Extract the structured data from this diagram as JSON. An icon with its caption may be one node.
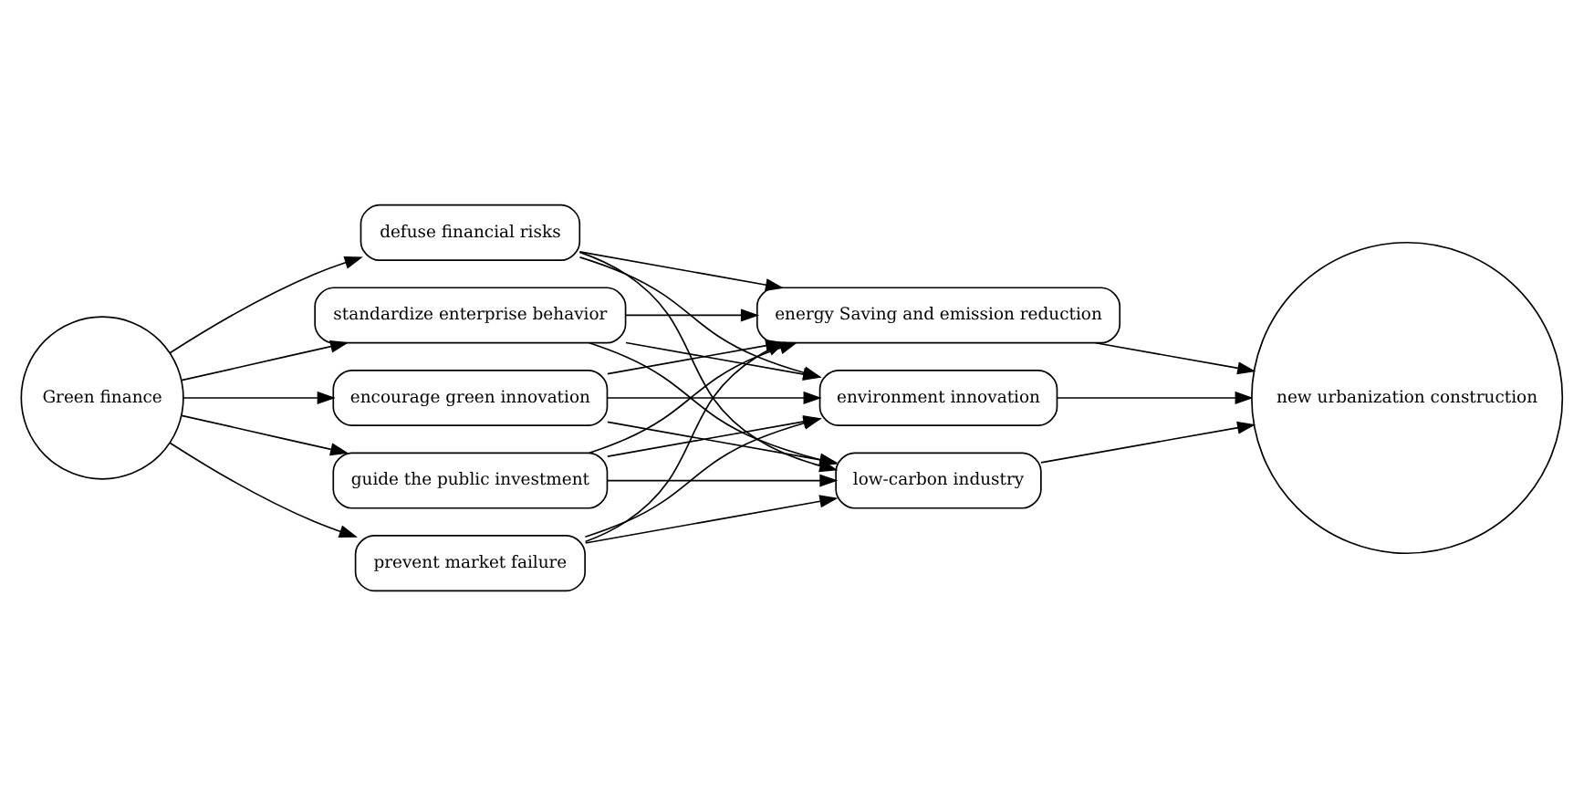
{
  "diagram": {
    "nodes": [
      {
        "text": [
          "Green finance"
        ]
      },
      {
        "text": [
          "standardize enterprise behavior"
        ]
      },
      {
        "text": [
          "encourage green innovation"
        ]
      },
      {
        "text": [
          "guide the public investment"
        ]
      },
      {
        "text": [
          "prevent market failure"
        ]
      },
      {
        "text": [
          "defuse financial risks"
        ]
      },
      {
        "text": [
          "energy Saving and emission reduction"
        ]
      },
      {
        "text": [
          "environment innovation"
        ]
      },
      {
        "text": [
          "low-carbon industry"
        ]
      },
      {
        "text": [
          "new urbanization construction"
        ]
      }
    ],
    "edges": [
      {
        "from": 0,
        "to": 1,
        "arrow": "to"
      },
      {
        "from": 0,
        "to": 2,
        "arrow": "to"
      },
      {
        "from": 0,
        "to": 3,
        "arrow": "to"
      },
      {
        "from": 0,
        "to": 4,
        "arrow": "to"
      },
      {
        "from": 0,
        "to": 5,
        "arrow": "to"
      },
      {
        "from": 1,
        "to": 6,
        "arrow": "to"
      },
      {
        "from": 1,
        "to": 7,
        "arrow": "to"
      },
      {
        "from": 1,
        "to": 8,
        "arrow": "to"
      },
      {
        "from": 2,
        "to": 6,
        "arrow": "to"
      },
      {
        "from": 2,
        "to": 7,
        "arrow": "to"
      },
      {
        "from": 2,
        "to": 8,
        "arrow": "to"
      },
      {
        "from": 3,
        "to": 6,
        "arrow": "to"
      },
      {
        "from": 3,
        "to": 7,
        "arrow": "to"
      },
      {
        "from": 3,
        "to": 8,
        "arrow": "to"
      },
      {
        "from": 4,
        "to": 6,
        "arrow": "to"
      },
      {
        "from": 4,
        "to": 7,
        "arrow": "to"
      },
      {
        "from": 4,
        "to": 8,
        "arrow": "to"
      },
      {
        "from": 5,
        "to": 6,
        "arrow": "to"
      },
      {
        "from": 5,
        "to": 7,
        "arrow": "to"
      },
      {
        "from": 5,
        "to": 8,
        "arrow": "to"
      },
      {
        "from": 6,
        "to": 9,
        "arrow": "to"
      },
      {
        "from": 7,
        "to": 9,
        "arrow": "to"
      },
      {
        "from": 8,
        "to": 9,
        "arrow": "to"
      }
    ]
  }
}
